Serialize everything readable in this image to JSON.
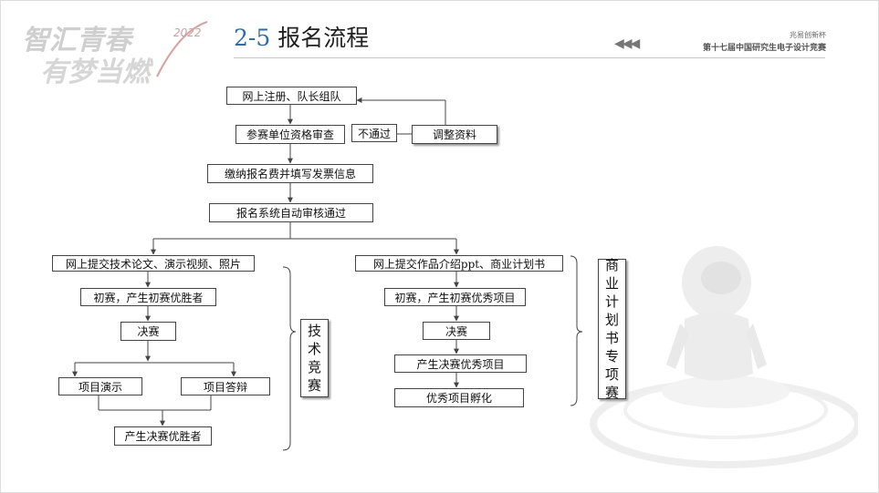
{
  "header": {
    "logo_text_line1": "智汇青春",
    "logo_text_line2": "有梦当燃",
    "logo_year": "2022",
    "title_number": "2-5",
    "title_text": "报名流程",
    "brand_line1": "兆易创新杯",
    "brand_line2": "第十七届中国研究生电子设计竞赛",
    "arrows": "◀◀◀"
  },
  "flow": {
    "register": "网上注册、队长组队",
    "qualification_review": "参赛单位资格审查",
    "not_passed": "不通过",
    "adjust_materials": "调整资料",
    "pay_fee": "缴纳报名费并填写发票信息",
    "auto_review": "报名系统自动审核通过",
    "tech": {
      "submit": "网上提交技术论文、演示视频、照片",
      "preliminary": "初赛，产生初赛优胜者",
      "final": "决赛",
      "demo": "项目演示",
      "defense": "项目答辩",
      "winners": "产生决赛优胜者",
      "label": [
        "技",
        "术",
        "竞",
        "赛"
      ]
    },
    "business": {
      "submit": "网上提交作品介绍ppt、商业计划书",
      "preliminary": "初赛，产生初赛优秀项目",
      "final": "决赛",
      "excellent": "产生决赛优秀项目",
      "incubation": "优秀项目孵化",
      "label": [
        "商",
        "业",
        "计",
        "划",
        "书",
        "专",
        "项",
        "赛"
      ]
    }
  },
  "colors": {
    "accent": "#2b6cb0",
    "line": "#444444",
    "logo": "#c9c9c9"
  }
}
